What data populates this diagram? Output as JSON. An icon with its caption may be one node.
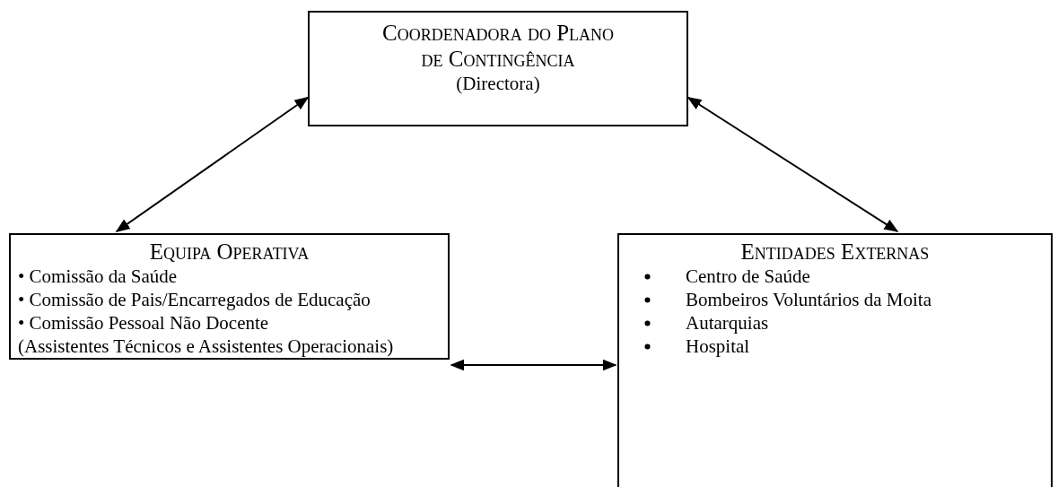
{
  "diagram": {
    "nodes": [
      {
        "text": [
          "Coordenadora do Plano de Contingência",
          "(Directora)"
        ]
      },
      {
        "text": [
          "Equipa Operativa",
          "• Comissão da Saúde",
          "• Comissão de Pais/Encarregados de Educação",
          "• Comissão Pessoal Não Docente",
          "(Assistentes Técnicos e Assistentes Operacionais)"
        ]
      },
      {
        "text": [
          "Entidades Externas",
          "Centro de Saúde",
          "Bombeiros Voluntários da Moita",
          "Autarquias",
          "Hospital"
        ]
      }
    ],
    "edges": [
      {
        "from": 0,
        "to": 1,
        "arrow": "both"
      },
      {
        "from": 0,
        "to": 2,
        "arrow": "both"
      },
      {
        "from": 1,
        "to": 2,
        "arrow": "both"
      }
    ]
  }
}
